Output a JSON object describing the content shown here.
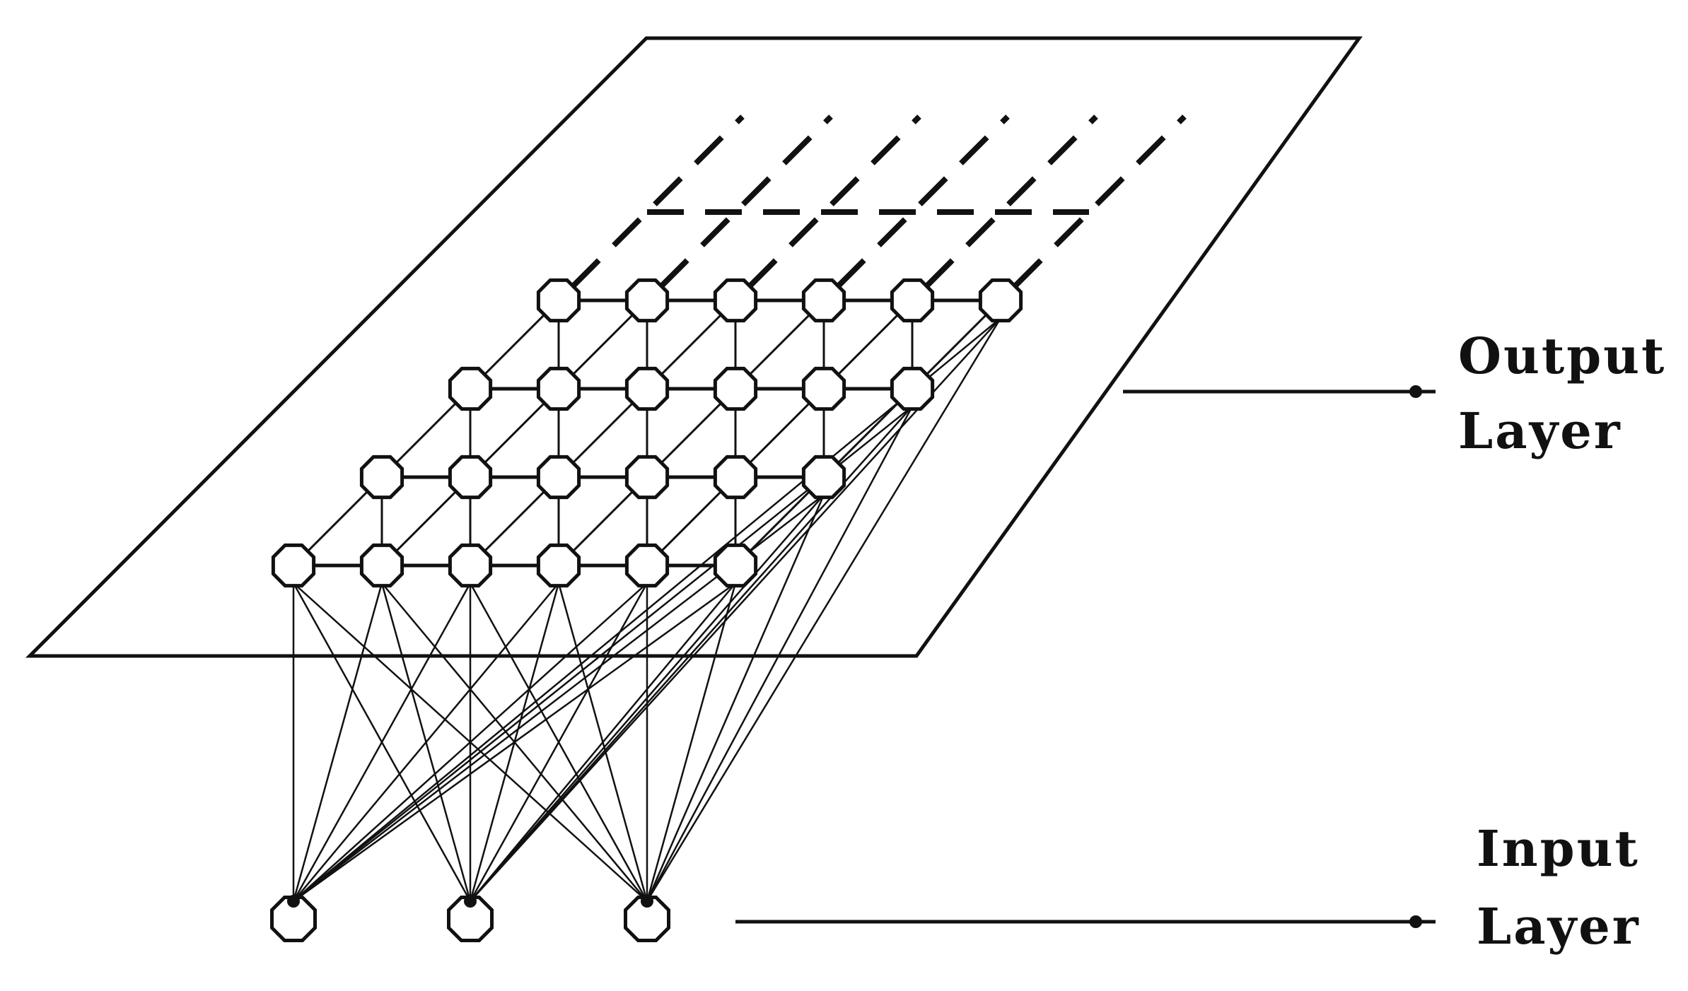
{
  "labels": {
    "output_line1": "Output",
    "output_line2": "Layer",
    "input_line1": "Input",
    "input_line2": "Layer"
  },
  "network": {
    "input_nodes": 3,
    "output_grid_rows": 4,
    "output_grid_cols": 6,
    "hidden_rows_dashed": 2
  },
  "colors": {
    "stroke": "#111111",
    "background": "#ffffff"
  }
}
